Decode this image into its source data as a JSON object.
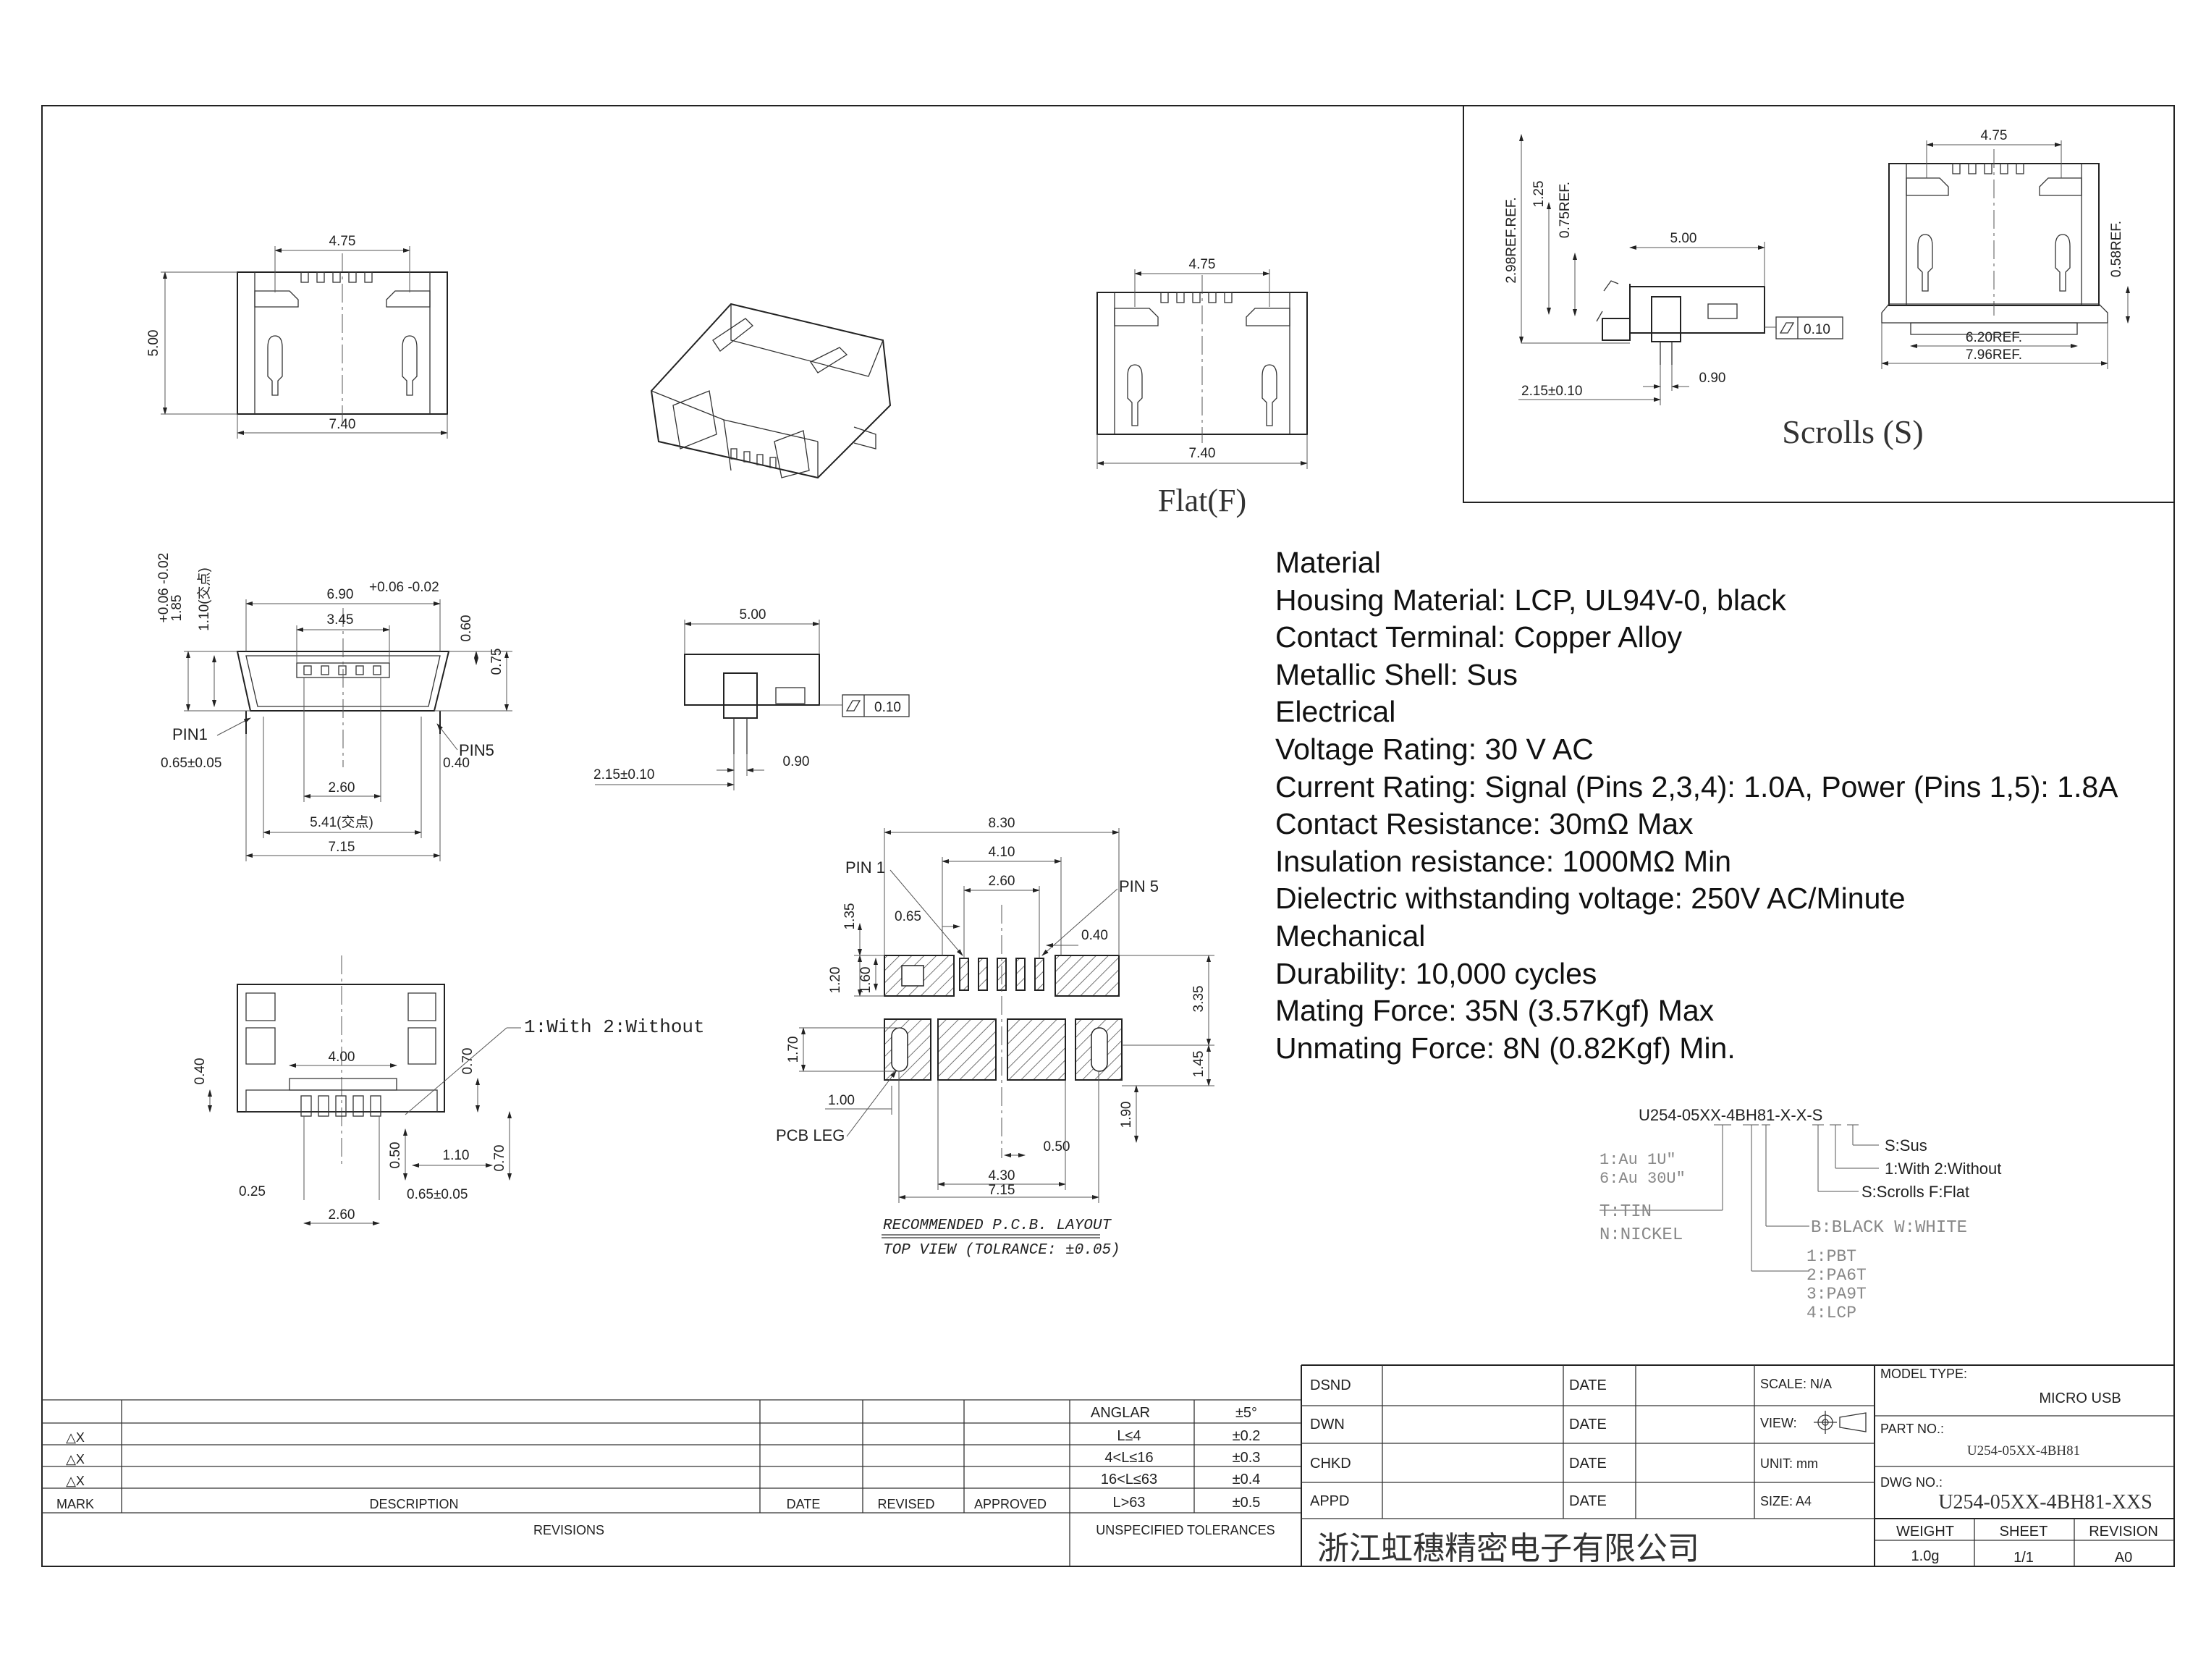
{
  "views": {
    "top_left": {
      "dim_width_top": "4.75",
      "dim_height": "5.00",
      "dim_width_bottom": "7.40"
    },
    "flat": {
      "dim_width_top": "4.75",
      "dim_width_bottom": "7.40",
      "caption": "Flat(F)"
    },
    "scrolls": {
      "dim_ref_298": "2.98REF.REF.",
      "dim_125": "1.25",
      "dim_075ref": "0.75REF.",
      "dim_500": "5.00",
      "flatness_value": "0.10",
      "dim_215": "2.15±0.10",
      "dim_090": "0.90",
      "dim_475": "4.75",
      "dim_058ref": "0.58REF.",
      "dim_620ref": "6.20REF.",
      "dim_796ref": "7.96REF.",
      "caption": "Scrolls (S)"
    },
    "front": {
      "dim_185": "1.85",
      "dim_185_tol": "+0.06 -0.02",
      "dim_110": "1.10(交点)",
      "dim_690": "6.90",
      "dim_690_tol": "+0.06 -0.02",
      "dim_345": "3.45",
      "dim_060": "0.60",
      "dim_075": "0.75",
      "pin1": "PIN1",
      "pin5": "PIN5",
      "dim_065": "0.65±0.05",
      "dim_040": "0.40",
      "dim_260": "2.60",
      "dim_541": "5.41(交点)",
      "dim_715": "7.15"
    },
    "side": {
      "dim_500": "5.00",
      "flatness_value": "0.10",
      "dim_215": "2.15±0.10",
      "dim_090": "0.90"
    },
    "bottom": {
      "dim_040": "0.40",
      "dim_400": "4.00",
      "dim_070a": "0.70",
      "dim_050": "0.50",
      "dim_110": "1.10",
      "dim_070b": "0.70",
      "dim_025": "0.25",
      "dim_065": "0.65±0.05",
      "dim_260": "2.60",
      "callout": "1:With 2:Without"
    },
    "pcb": {
      "dim_830": "8.30",
      "dim_410": "4.10",
      "dim_260": "2.60",
      "pin1": "PIN 1",
      "pin5": "PIN 5",
      "dim_135": "1.35",
      "dim_065": "0.65",
      "dim_040": "0.40",
      "dim_120": "1.20",
      "dim_160": "1.60",
      "dim_335": "3.35",
      "dim_170": "1.70",
      "dim_145": "1.45",
      "dim_100": "1.00",
      "pcb_leg": "PCB LEG",
      "dim_190": "1.90",
      "dim_050": "0.50",
      "dim_430": "4.30",
      "dim_715": "7.15",
      "caption1": "RECOMMENDED P.C.B. LAYOUT",
      "caption2": "TOP VIEW (TOLRANCE: ±0.05)"
    }
  },
  "spec_lines": [
    "Material",
    "Housing Material: LCP, UL94V-0, black",
    "Contact Terminal: Copper Alloy",
    "Metallic Shell: Sus",
    "Electrical",
    "Voltage Rating: 30 V AC",
    "Current Rating: Signal (Pins 2,3,4): 1.0A, Power (Pins 1,5): 1.8A",
    "Contact Resistance: 30mΩ Max",
    "Insulation resistance: 1000MΩ Min",
    "Dielectric withstanding voltage: 250V AC/Minute",
    "Mechanical",
    "Durability: 10,000 cycles",
    "Mating Force: 35N (3.57Kgf) Max",
    "Unmating Force: 8N (0.82Kgf) Min."
  ],
  "part_code": {
    "code": "U254-05XX-4BH81-X-X-S",
    "opt_sus": "S:Sus",
    "opt_with": "1:With  2:Without",
    "opt_scrolls": "S:Scrolls  F:Flat",
    "plating_1": "1:Au 1U\"",
    "plating_2": "6:Au 30U\"",
    "finish_1": "T:TIN",
    "finish_2": "N:NICKEL",
    "color": "B:BLACK W:WHITE",
    "mat_1": "1:PBT",
    "mat_2": "2:PA6T",
    "mat_3": "3:PA9T",
    "mat_4": "4:LCP"
  },
  "revisions": {
    "marks": [
      "△X",
      "△X",
      "△X"
    ],
    "headers": {
      "mark": "MARK",
      "description": "DESCRIPTION",
      "date": "DATE",
      "revised": "REVISED",
      "approved": "APPROVED"
    },
    "footer": "REVISIONS"
  },
  "tolerances": {
    "angular_label": "ANGLAR",
    "angular_value": "±5°",
    "rows": [
      {
        "range": "L≤4",
        "value": "±0.2"
      },
      {
        "range": "4<L≤16",
        "value": "±0.3"
      },
      {
        "range": "16<L≤63",
        "value": "±0.4"
      },
      {
        "range": "L>63",
        "value": "±0.5"
      }
    ],
    "footer": "UNSPECIFIED TOLERANCES"
  },
  "title_block": {
    "dsnd": "DSND",
    "dwn": "DWN",
    "chkd": "CHKD",
    "appd": "APPD",
    "date": "DATE",
    "scale": "SCALE: N/A",
    "view": "VIEW:",
    "unit": "UNIT: mm",
    "size": "SIZE: A4",
    "model_type_label": "MODEL TYPE:",
    "model_type": "MICRO USB",
    "part_no_label": "PART NO.:",
    "part_no": "U254-05XX-4BH81",
    "dwg_no_label": "DWG NO.:",
    "dwg_no": "U254-05XX-4BH81-XXS",
    "company": "浙江虹穗精密电子有限公司",
    "weight_label": "WEIGHT",
    "sheet_label": "SHEET",
    "revision_label": "REVISION",
    "weight": "1.0g",
    "sheet": "1/1",
    "revision": "A0"
  }
}
